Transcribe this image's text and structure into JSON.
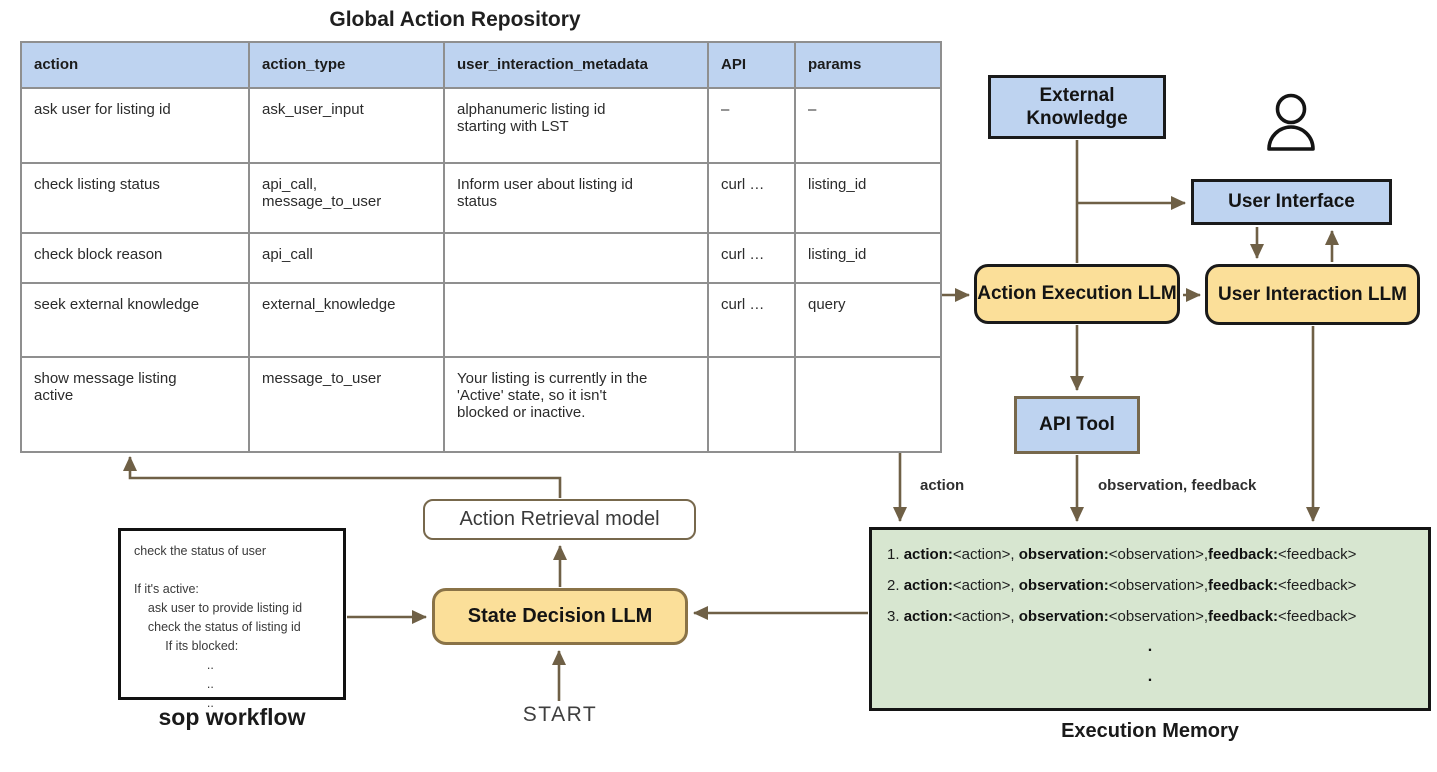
{
  "title": "Global Action Repository",
  "table": {
    "columns": [
      "action",
      "action_type",
      "user_interaction_metadata",
      "API",
      "params"
    ],
    "rows": [
      [
        "ask user for listing id",
        "ask_user_input",
        "alphanumeric listing id\nstarting with LST",
        "–",
        "–"
      ],
      [
        "check listing status",
        "api_call,\nmessage_to_user",
        "Inform user about listing id\nstatus",
        "curl …",
        "listing_id"
      ],
      [
        "check block reason",
        "api_call",
        "",
        "curl …",
        "listing_id"
      ],
      [
        "seek external knowledge",
        "external_knowledge",
        "",
        "curl …",
        "query"
      ],
      [
        "show message listing\nactive",
        "message_to_user",
        "Your listing is currently in the\n'Active' state, so it isn't\nblocked or inactive.",
        "",
        ""
      ]
    ]
  },
  "nodes": {
    "external_knowledge": "External Knowledge",
    "user_interface": "User Interface",
    "action_execution_llm": "Action Execution LLM",
    "user_interaction_llm": "User Interaction LLM",
    "api_tool": "API Tool",
    "action_retrieval_model": "Action Retrieval model",
    "state_decision_llm": "State Decision LLM"
  },
  "labels": {
    "action": "action",
    "observation_feedback": "observation, feedback",
    "execution_memory": "Execution Memory",
    "sop_workflow": "sop workflow",
    "start": "START"
  },
  "sop": {
    "lines": [
      "check the status of user",
      "",
      "If it's active:",
      "    ask user to provide listing id",
      "    check the status of listing id",
      "         If its blocked:",
      "                     ..",
      "                     ..",
      "                     .."
    ]
  },
  "memory": {
    "lines": [
      {
        "segments": [
          {
            "text": "1. ",
            "bold": false
          },
          {
            "text": "action:",
            "bold": true
          },
          {
            "text": "<action>, ",
            "bold": false
          },
          {
            "text": "observation:",
            "bold": true
          },
          {
            "text": "<observation>,",
            "bold": false
          },
          {
            "text": "feedback:",
            "bold": true
          },
          {
            "text": "<feedback>",
            "bold": false
          }
        ]
      },
      {
        "segments": [
          {
            "text": "2. ",
            "bold": false
          },
          {
            "text": "action:",
            "bold": true
          },
          {
            "text": "<action>, ",
            "bold": false
          },
          {
            "text": "observation:",
            "bold": true
          },
          {
            "text": "<observation>,",
            "bold": false
          },
          {
            "text": "feedback:",
            "bold": true
          },
          {
            "text": "<feedback>",
            "bold": false
          }
        ]
      },
      {
        "segments": [
          {
            "text": "3. ",
            "bold": false
          },
          {
            "text": "action:",
            "bold": true
          },
          {
            "text": "<action>, ",
            "bold": false
          },
          {
            "text": "observation:",
            "bold": true
          },
          {
            "text": "<observation>,",
            "bold": false
          },
          {
            "text": "feedback:",
            "bold": true
          },
          {
            "text": "<feedback>",
            "bold": false
          }
        ]
      }
    ],
    "dots": [
      ".",
      "."
    ]
  },
  "colors": {
    "node_blue": "#bed3f0",
    "node_yellow": "#fbdf99",
    "memory_green": "#d7e6d0",
    "arrow_brown": "#6f6046"
  }
}
